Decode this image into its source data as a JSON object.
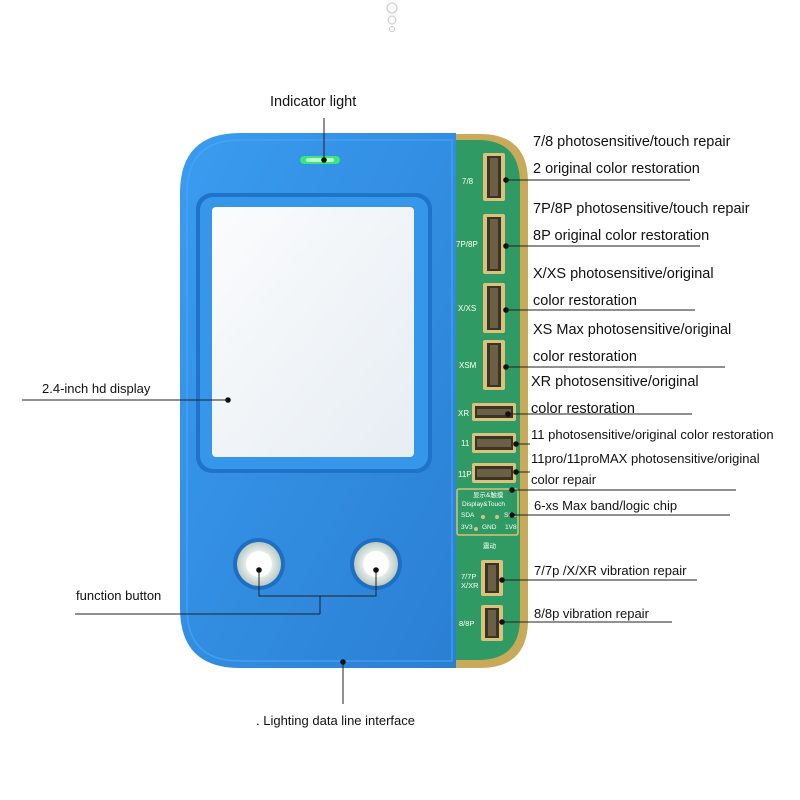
{
  "labels": {
    "indicator_light": "Indicator light",
    "display": "2.4-inch hd display",
    "function_button": "function button",
    "lighting_interface": ". Lighting data line interface",
    "r1_line1": "7/8 photosensitive/touch repair",
    "r1_line2": "2 original color restoration",
    "r2_line1": "7P/8P photosensitive/touch repair",
    "r2_line2": "8P original color restoration",
    "r3_line1": "X/XS photosensitive/original",
    "r3_line2": "color restoration",
    "r4_line1": "XS Max photosensitive/original",
    "r4_line2": "color restoration",
    "r5_line1": "XR photosensitive/original",
    "r5_line2": "color restoration",
    "r6": "11 photosensitive/original color restoration",
    "r7_line1": "11pro/11proMAX photosensitive/original",
    "r7_line2": "color repair",
    "r8": "6-xs Max band/logic chip",
    "r9": "7/7p /X/XR vibration repair",
    "r10": "8/8p vibration repair"
  },
  "board": {
    "port_78": "7/8",
    "port_7p8p": "7P/8P",
    "port_xxs": "X/XS",
    "port_xsm": "XSM",
    "port_xr": "XR",
    "port_11": "11",
    "port_11p": "11P",
    "chip_title_cn": "显示&触摸",
    "chip_title_en": "Display&Touch",
    "pin_sda": "SDA",
    "pin_scl": "SCL",
    "pin_3v3": "3V3",
    "pin_gnd": "GND",
    "pin_1v8": "1V8",
    "vib_title_cn": "震动",
    "vib_77p": "7/7P",
    "vib_xxr": "X/XR",
    "vib_88p": "8/8P"
  },
  "colors": {
    "device_blue": "#2f8fe0",
    "pcb_green": "#2f9a63",
    "gold_edge": "#c9a95a",
    "indicator_green": "#39e67a"
  }
}
